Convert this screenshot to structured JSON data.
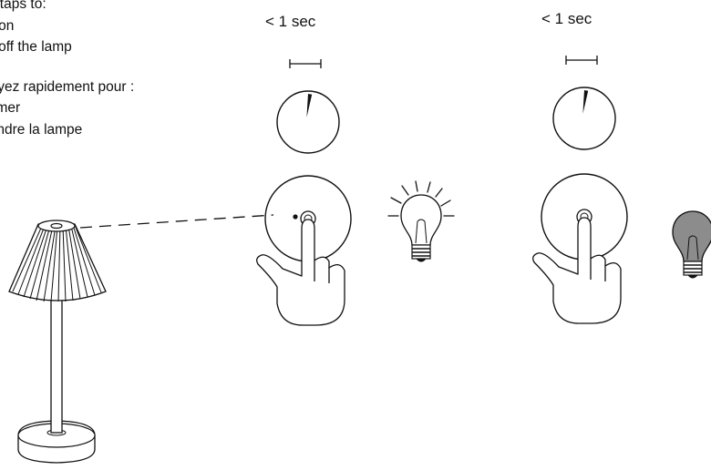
{
  "instructions": {
    "english": {
      "heading": "ck taps to:",
      "items": [
        "rn on",
        "rn off the lamp"
      ]
    },
    "french": {
      "heading": "puyez rapidement pour :",
      "items": [
        "llumer",
        "teindre la lampe"
      ]
    }
  },
  "steps": [
    {
      "duration_label": "< 1 sec",
      "bulb_state": "on",
      "icons": [
        "stopwatch-icon",
        "touch-button-icon",
        "finger-press-icon",
        "bulb-lit-icon"
      ]
    },
    {
      "duration_label": "< 1 sec",
      "bulb_state": "off",
      "icons": [
        "stopwatch-icon",
        "touch-button-icon",
        "finger-press-icon",
        "bulb-off-icon"
      ]
    }
  ],
  "colors": {
    "line": "#111111",
    "bulb_off_fill": "#8c8c8c",
    "background": "#ffffff"
  }
}
